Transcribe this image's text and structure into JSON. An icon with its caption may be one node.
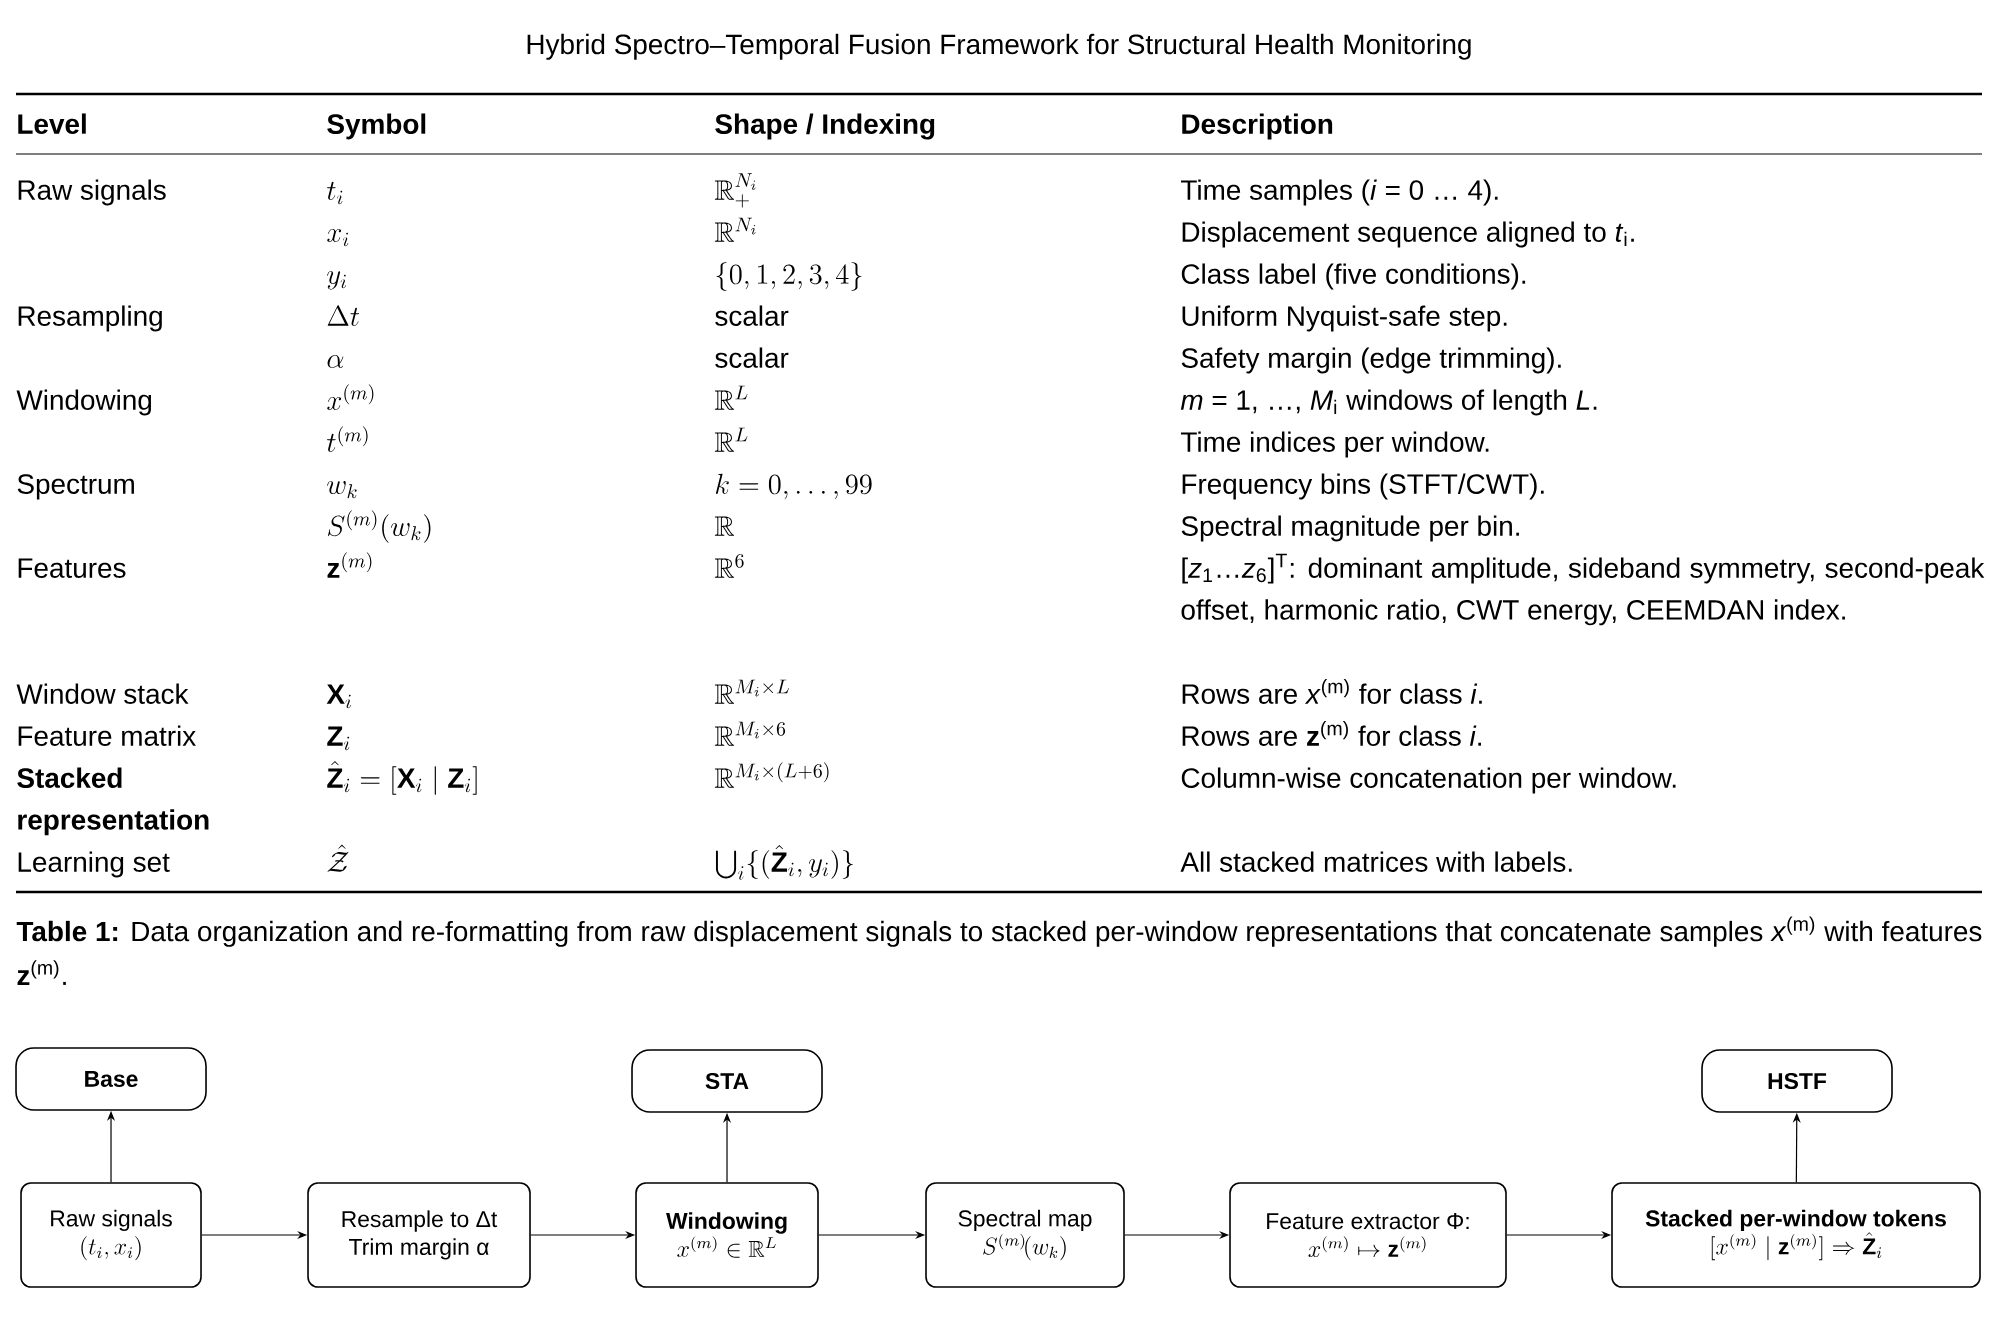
{
  "diagram": {
    "title": "Hybrid Spectro–Temporal Fusion Framework for Structural Health Monitoring",
    "caption": "**Table 1:** Data organization and re-formatting from raw displacement signals to stacked per-window representations that concatenate samples *x*$^{(m)}$ with features **z**$^{(m)}$.",
    "nodes": [
      {
        "text": [
          "Base"
        ]
      },
      {
        "text": [
          "STA"
        ]
      },
      {
        "text": [
          "HSTF"
        ]
      },
      {
        "text": [
          "Raw signals",
          "(t_i, x_i)"
        ]
      },
      {
        "text": [
          "Resample to Δt",
          "Trim margin α"
        ]
      },
      {
        "text": [
          "Windowing",
          "x^{(m)} \\in \\mathbb{R}^{L}"
        ]
      },
      {
        "text": [
          "Spectral map",
          "S^{(m)}\\!(w_{k})"
        ]
      },
      {
        "text": [
          "Feature extractor Φ:",
          "x^{(m)} \\mapsto \\mathbf{z}^{(m)}"
        ]
      },
      {
        "text": [
          "Stacked per-window tokens",
          "[x^{(m)} \\mid \\mathbf{z}^{(m)}] \\Rightarrow \\hat{\\mathbf{Z}}_i"
        ]
      }
    ],
    "edges": [
      {
        "from": 3,
        "to": 4,
        "arrow": "to"
      },
      {
        "from": 4,
        "to": 5,
        "arrow": "to"
      },
      {
        "from": 5,
        "to": 6,
        "arrow": "to"
      },
      {
        "from": 6,
        "to": 7,
        "arrow": "to"
      },
      {
        "from": 7,
        "to": 8,
        "arrow": "to"
      },
      {
        "from": 3,
        "to": 0,
        "arrow": "to"
      },
      {
        "from": 5,
        "to": 1,
        "arrow": "to"
      },
      {
        "from": 8,
        "to": 2,
        "arrow": "to"
      }
    ],
    "labels": [
      "Level",
      "Symbol",
      "Shape / Indexing",
      "Description",
      "Raw signals",
      "t_i",
      "\\mathbb{R}_{+}^{N_i}",
      "Time samples (*i* = 0 … 4).",
      "x_i",
      "\\mathbb{R}^{N_i}",
      "Displacement sequence aligned to *t*$_{i}$.",
      "y_i",
      "\\{0, 1, 2, 3, 4\\}",
      "Class label (five conditions).",
      "Resampling",
      "\\Delta t",
      "scalar",
      "Uniform Nyquist-safe step.",
      "\\alpha",
      "scalar",
      "Safety margin (edge trimming).",
      "Windowing",
      "x^{(m)}",
      "\\mathbb{R}^{L}",
      "*m* = 1, …, *M*$_{i}$ windows of length *L*.",
      "t^{(m)}",
      "\\mathbb{R}^{L}",
      "Time indices per window.",
      "Spectrum",
      "w_k",
      "k = 0, \\ldots, 99",
      "Frequency bins (STFT/CWT).",
      "S^{(m)}(w_k)",
      "\\mathbb{R}",
      "Spectral magnitude per bin.",
      "Features",
      "\\mathbf{z}^{(m)}",
      "\\mathbb{R}^{6}",
      "[*z*$_{1}$…*z*$_{6}$]$^{T}$: dominant amplitude, sideband symmetry, second-peak offset, harmonic ratio, CWT energy, CEEMDAN index.",
      "Window stack",
      "\\mathbf{X}_i",
      "\\mathbb{R}^{M_i \\times L}",
      "Rows are *x*$^{(m)}$ for class *i*.",
      "Feature matrix",
      "\\mathbf{Z}_i",
      "\\mathbb{R}^{M_i \\times 6}",
      "Rows are **z**$^{(m)}$ for class *i*.",
      "Stacked representation",
      "\\hat{\\mathbf{Z}}_i = [\\mathbf{X}_i \\mid \\mathbf{Z}_i]",
      "\\mathbb{R}^{M_i \\times (L+6)}",
      "Column-wise concatenation per window.",
      "Learning set",
      "\\hat{\\mathcal{Z}}",
      "\\bigcup_i \\{(\\hat{\\mathbf{Z}}_i, y_i)\\}",
      "All stacked matrices with labels."
    ]
  }
}
